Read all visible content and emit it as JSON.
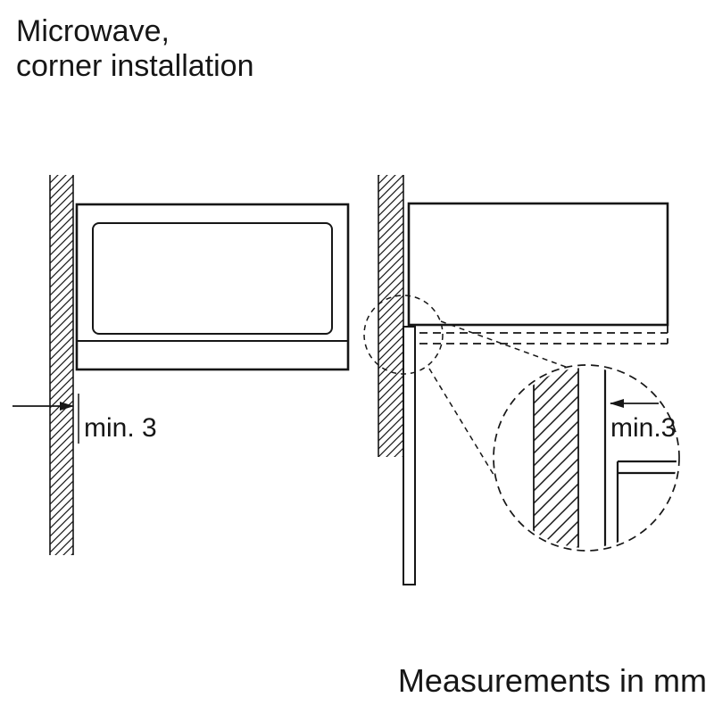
{
  "title": {
    "line1": "Microwave,",
    "line2": "corner installation"
  },
  "diagram": {
    "left_dimension_label": "min. 3",
    "detail_dimension_label": "min.3",
    "footer_note": "Measurements in mm"
  },
  "colors": {
    "ink": "#161616",
    "background": "#ffffff"
  }
}
